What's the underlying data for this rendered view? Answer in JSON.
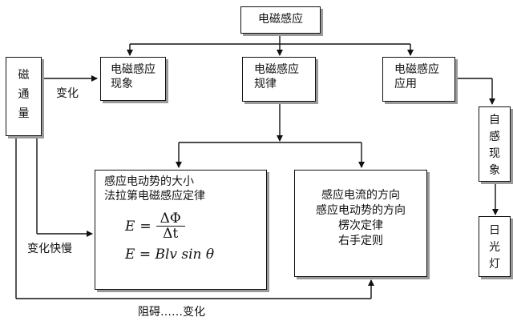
{
  "root": "电磁感应",
  "nodes": {
    "phenomenon": [
      "电磁感应",
      "现象"
    ],
    "law": [
      "电磁感应",
      "规律"
    ],
    "application": [
      "电磁感应",
      "应用"
    ],
    "flux": [
      "磁",
      "通",
      "量"
    ],
    "self_induction": [
      "自",
      "感",
      "现",
      "象"
    ],
    "fluorescent": [
      "日",
      "光",
      "灯"
    ]
  },
  "emf_box": {
    "line1": "感应电动势的大小",
    "line2": "法拉第电磁感应定律",
    "eq1_lhs": "E",
    "eq1_num": "ΔΦ",
    "eq1_den": "Δt",
    "eq2": "E = Blv sin θ"
  },
  "current_box": {
    "line1": "感应电流的方向",
    "line2": "感应电动势的方向",
    "line3": "楞次定律",
    "line4": "右手定则"
  },
  "edge_labels": {
    "change": "变化",
    "rate": "变化快慢",
    "oppose": "阻碍……变化"
  }
}
